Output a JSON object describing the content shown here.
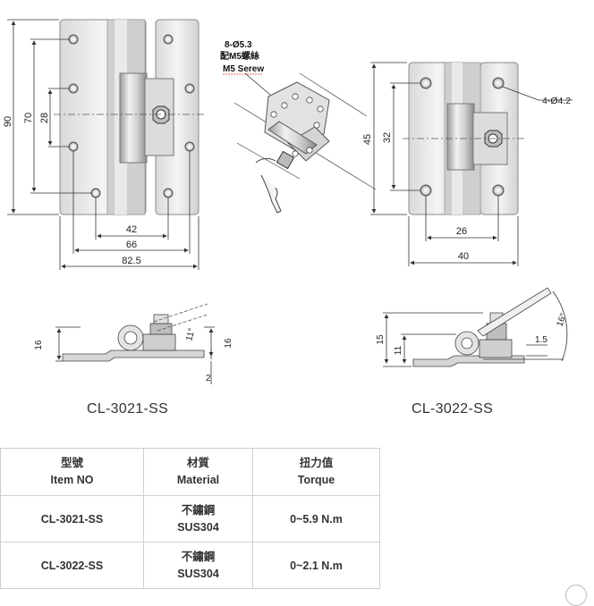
{
  "models": {
    "left": "CL-3021-SS",
    "right": "CL-3022-SS"
  },
  "drawing_left": {
    "dim_90": "90",
    "dim_70": "70",
    "dim_28": "28",
    "dim_42": "42",
    "dim_66": "66",
    "dim_825": "82.5",
    "side_16a": "16",
    "side_16b": "16",
    "side_11": "11°",
    "side_2": "2"
  },
  "drawing_center": {
    "note1": "8-Ø5.3",
    "note2": "配M5螺絲",
    "note3": "M5 Serew"
  },
  "drawing_right": {
    "dim_45": "45",
    "dim_32": "32",
    "dim_26": "26",
    "dim_40": "40",
    "hole_note": "4-Ø4.2",
    "side_15": "15",
    "side_11": "11",
    "side_15b": "1.5",
    "side_16deg": "16°"
  },
  "table": {
    "headers": [
      {
        "zh": "型號",
        "en": "Item NO"
      },
      {
        "zh": "材質",
        "en": "Material"
      },
      {
        "zh": "扭力值",
        "en": "Torque"
      }
    ],
    "rows": [
      {
        "item": "CL-3021-SS",
        "material_zh": "不鏽鋼",
        "material_en": "SUS304",
        "torque": "0~5.9 N.m"
      },
      {
        "item": "CL-3022-SS",
        "material_zh": "不鏽鋼",
        "material_en": "SUS304",
        "torque": "0~2.1 N.m"
      }
    ]
  },
  "colors": {
    "plate_light": "#e9e9e9",
    "plate_dark": "#b9b9b9",
    "line": "#333333"
  }
}
